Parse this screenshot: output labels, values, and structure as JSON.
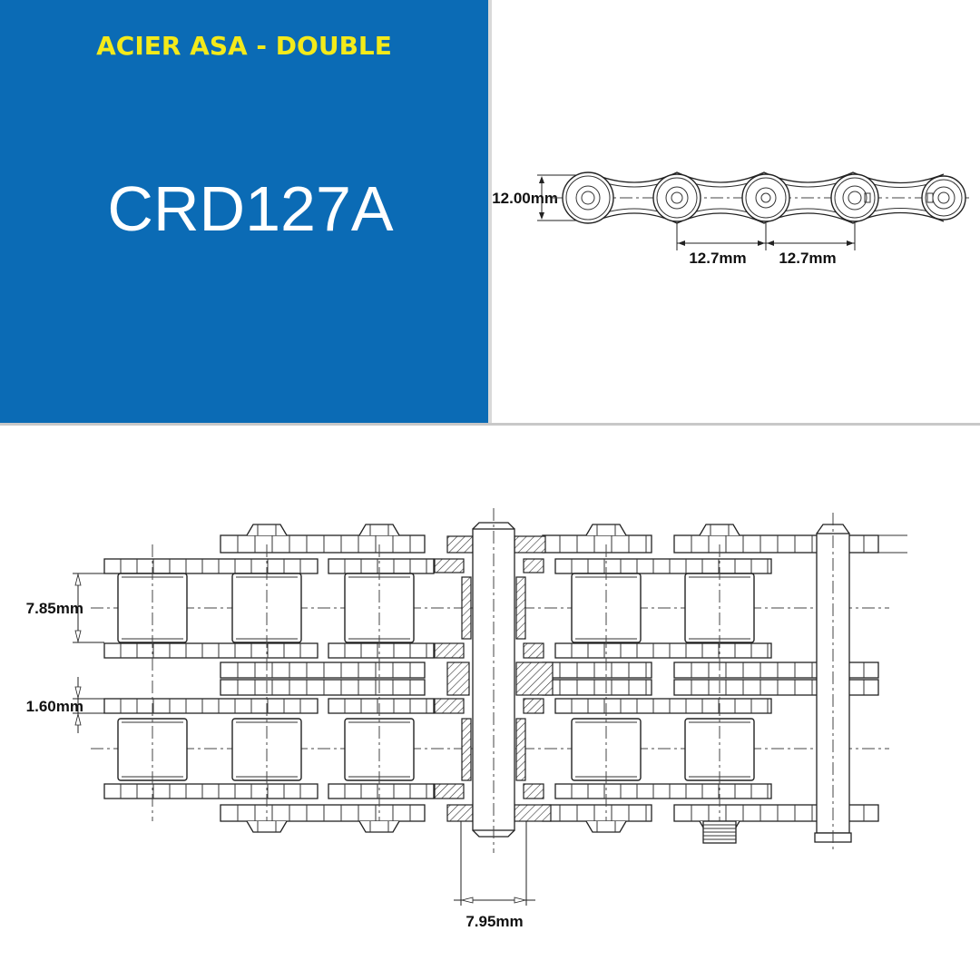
{
  "header": {
    "subtitle": "ACIER ASA - DOUBLE",
    "title": "CRD127A",
    "background_color": "#0b6bb5",
    "subtitle_color": "#f4ea1a",
    "title_color": "#ffffff"
  },
  "side_view": {
    "height_label": "12.00mm",
    "pitch_label_1": "12.7mm",
    "pitch_label_2": "12.7mm"
  },
  "top_view": {
    "roller_width_label": "7.85mm",
    "plate_thickness_label": "1.60mm",
    "pin_diameter_label": "7.95mm"
  }
}
